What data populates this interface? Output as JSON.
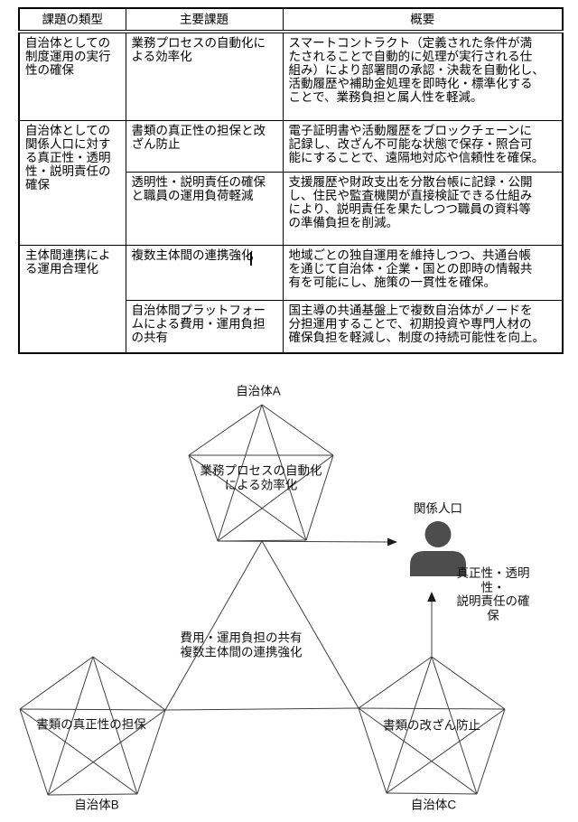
{
  "table": {
    "headers": [
      "課題の類型",
      "主要課題",
      "概要"
    ],
    "rows": [
      {
        "category": "自治体としての\n制度運用の実行\n性の確保",
        "issue": "業務プロセスの自動化に\nよる効率化",
        "summary": "スマートコントラクト（定義された条件が満\nたされることで自動的に処理が実行される仕\n組み）により部署間の承認・決裁を自動化し、\n活動履歴や補助金処理を即時化・標準化する\nことで、業務負担と属人性を軽減。"
      },
      {
        "category": "自治体としての\n関係人口に対す\nる真正性・透明\n性・説明責任の\n確保",
        "issue": "書類の真正性の担保と改\nざん防止",
        "summary": "電子証明書や活動履歴をブロックチェーンに\n記録し、改ざん不可能な状態で保存・照合可\n能にすることで、遠隔地対応や信頼性を確保。"
      },
      {
        "issue": "透明性・説明責任の確保\nと職員の運用負荷軽減",
        "summary": "支援履歴や財政支出を分散台帳に記録・公開\nし、住民や監査機関が直接検証できる仕組み\nにより、説明責任を果たしつつ職員の資料等\nの準備負担を削減。"
      },
      {
        "category": "主体間連携によ\nる運用合理化",
        "issue": "複数主体間の連携強化",
        "summary": "地域ごとの独自運用を維持しつつ、共通台帳\nを通じて自治体・企業・国との即時の情報共\n有を可能にし、施策の一貫性を確保。"
      },
      {
        "issue": "自治体間プラットフォー\nムによる費用・運用負担\nの共有",
        "summary": "国主導の共通基盤上で複数自治体がノードを\n分担運用することで、初期投資や専門人材の\n確保負担を軽減し、制度の持続可能性を向上。"
      }
    ]
  },
  "diagram": {
    "municipality_a_label": "自治体A",
    "municipality_b_label": "自治体B",
    "municipality_c_label": "自治体C",
    "pentagon_a_inner_label": "業務プロセスの自動化\nによる効率化",
    "pentagon_b_inner_label": "書類の真正性の担保",
    "pentagon_c_inner_label": "書類の改ざん防止",
    "related_population_label": "関係人口",
    "benefit_label": "真正性・透明性・\n説明責任の確保",
    "center_label": "費用・運用負担の共有\n複数主体間の連携強化",
    "colors": {
      "line": "#3f3f3f",
      "person": "#4d4d4d"
    }
  }
}
